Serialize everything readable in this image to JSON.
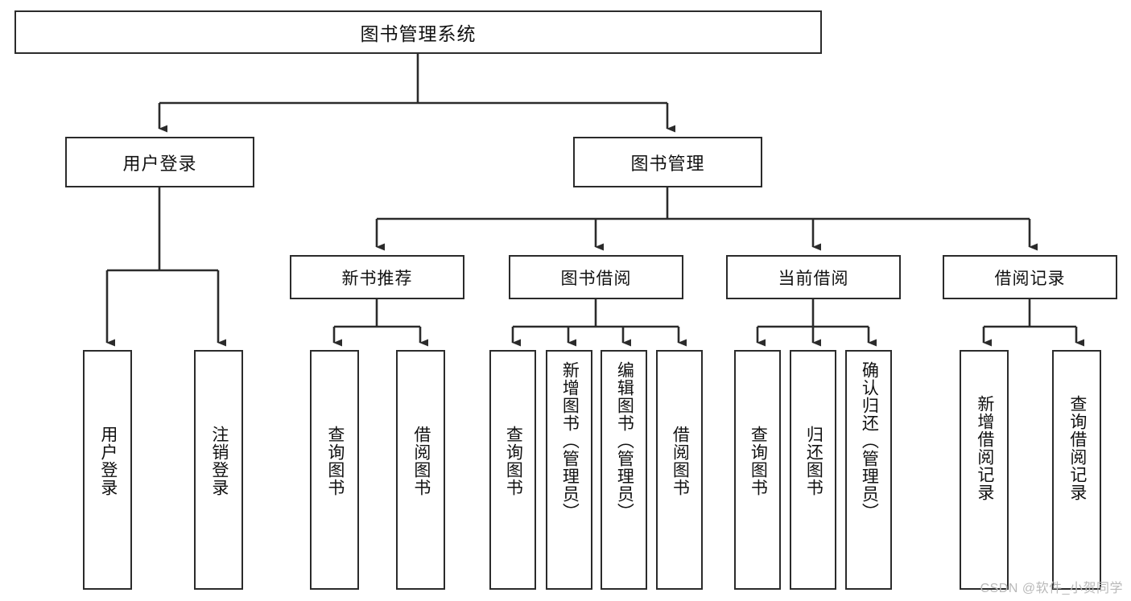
{
  "diagram": {
    "type": "tree-hierarchy",
    "title": "图书管理系统",
    "watermark": "CSDN @软件_小贺同学",
    "colors": {
      "box_border": "#2b2b2b",
      "box_fill": "#ffffff",
      "edge": "#2b2b2b",
      "text": "#111111",
      "watermark": "#b9b9b9"
    },
    "nodes": {
      "root": {
        "label": "图书管理系统"
      },
      "level1": [
        {
          "id": "user-login",
          "label": "用户登录"
        },
        {
          "id": "book-manage",
          "label": "图书管理"
        }
      ],
      "level2": [
        {
          "id": "new-book-recommend",
          "label": "新书推荐"
        },
        {
          "id": "book-borrow",
          "label": "图书借阅"
        },
        {
          "id": "current-borrow",
          "label": "当前借阅"
        },
        {
          "id": "borrow-record",
          "label": "借阅记录"
        }
      ],
      "leaves": {
        "user-login": [
          {
            "id": "leaf-user-login",
            "label": "用户登录"
          },
          {
            "id": "leaf-user-logout",
            "label": "注销登录"
          }
        ],
        "new-book-recommend": [
          {
            "id": "leaf-query-book-1",
            "label": "查询图书"
          },
          {
            "id": "leaf-borrow-book-1",
            "label": "借阅图书"
          }
        ],
        "book-borrow": [
          {
            "id": "leaf-query-book-2",
            "label": "查询图书"
          },
          {
            "id": "leaf-add-book",
            "label": "新增图书（管理员）"
          },
          {
            "id": "leaf-edit-book",
            "label": "编辑图书（管理员）"
          },
          {
            "id": "leaf-borrow-book-2",
            "label": "借阅图书"
          }
        ],
        "current-borrow": [
          {
            "id": "leaf-query-book-3",
            "label": "查询图书"
          },
          {
            "id": "leaf-return-book",
            "label": "归还图书"
          },
          {
            "id": "leaf-confirm-return",
            "label": "确认归还（管理员）"
          }
        ],
        "borrow-record": [
          {
            "id": "leaf-add-record",
            "label": "新增借阅记录"
          },
          {
            "id": "leaf-query-record",
            "label": "查询借阅记录"
          }
        ]
      }
    }
  }
}
